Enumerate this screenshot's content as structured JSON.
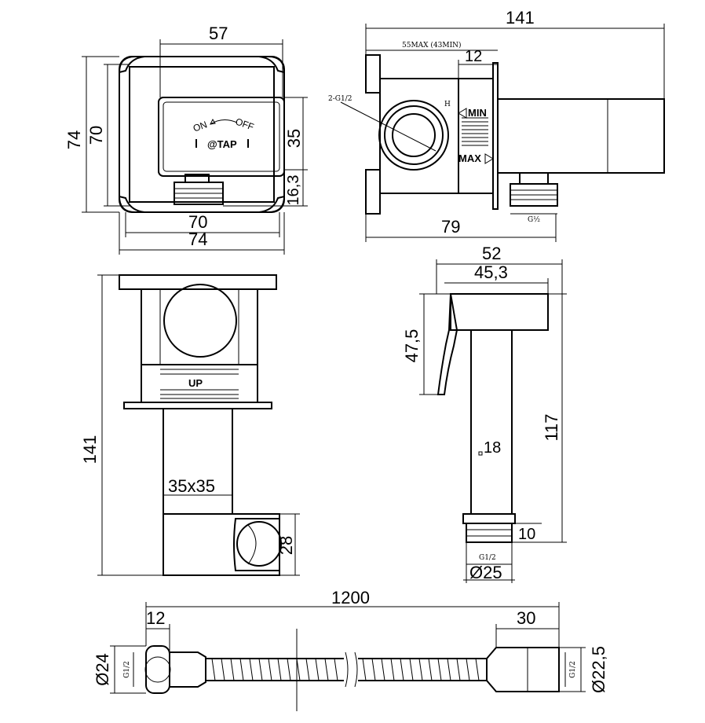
{
  "views": {
    "front": {
      "dims": {
        "w57": "57",
        "h74": "74",
        "h70": "70",
        "h35": "35",
        "h16": "16,3",
        "w70": "70",
        "w74": "74"
      },
      "panel": {
        "on": "ON",
        "off": "OFF",
        "brand": "@TAP"
      }
    },
    "side": {
      "dims": {
        "w141": "141",
        "max55": "55MAX (43MIN)",
        "w12": "12",
        "w79": "79",
        "port": "2-G1/2",
        "g12": "G½"
      },
      "labels": {
        "h": "H",
        "min": "MIN",
        "max": "MAX"
      }
    },
    "top": {
      "dims": {
        "h141": "141",
        "sq": "35x35",
        "h28": "28"
      },
      "labels": {
        "up": "UP"
      }
    },
    "sprayer": {
      "dims": {
        "w52": "52",
        "w45": "45,3",
        "h47": "47,5",
        "h117": "117",
        "d18": "18",
        "h10": "10",
        "thread": "G1/2",
        "d25": "Ø25"
      }
    },
    "hose": {
      "dims": {
        "l1200": "1200",
        "l12": "12",
        "l30": "30",
        "d24": "Ø24",
        "d22": "Ø22,5",
        "tl": "G1/2",
        "tr": "G1/2"
      }
    }
  }
}
